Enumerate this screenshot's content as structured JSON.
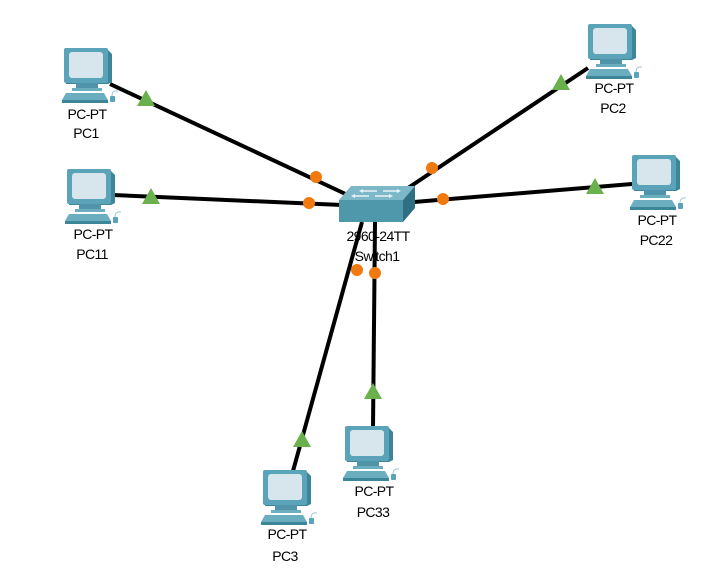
{
  "colors": {
    "background": "#ffffff",
    "link": "#000000",
    "link_up_marker": "#6ab04c",
    "link_orange_marker": "#f07a10",
    "pc_body": "#4f9bb0",
    "pc_screen": "#d8e8ee",
    "switch_top": "#78b4c4",
    "switch_front": "#4f94a8"
  },
  "switch": {
    "id": "Switch1",
    "model": "2960-24TT",
    "name": "Switch1",
    "icon": "switch-icon"
  },
  "pcs": [
    {
      "id": "PC1",
      "model": "PC-PT",
      "name": "PC1",
      "icon": "pc-icon"
    },
    {
      "id": "PC11",
      "model": "PC-PT",
      "name": "PC11",
      "icon": "pc-icon"
    },
    {
      "id": "PC2",
      "model": "PC-PT",
      "name": "PC2",
      "icon": "pc-icon"
    },
    {
      "id": "PC22",
      "model": "PC-PT",
      "name": "PC22",
      "icon": "pc-icon"
    },
    {
      "id": "PC3",
      "model": "PC-PT",
      "name": "PC3",
      "icon": "pc-icon"
    },
    {
      "id": "PC33",
      "model": "PC-PT",
      "name": "PC33",
      "icon": "pc-icon"
    }
  ],
  "links": [
    {
      "from": "PC1",
      "to": "Switch1",
      "pc_end_status": "up",
      "switch_end_status": "orange"
    },
    {
      "from": "PC11",
      "to": "Switch1",
      "pc_end_status": "up",
      "switch_end_status": "orange"
    },
    {
      "from": "PC2",
      "to": "Switch1",
      "pc_end_status": "up",
      "switch_end_status": "orange"
    },
    {
      "from": "PC22",
      "to": "Switch1",
      "pc_end_status": "up",
      "switch_end_status": "orange"
    },
    {
      "from": "PC3",
      "to": "Switch1",
      "pc_end_status": "up",
      "switch_end_status": "orange"
    },
    {
      "from": "PC33",
      "to": "Switch1",
      "pc_end_status": "up",
      "switch_end_status": "orange"
    }
  ]
}
